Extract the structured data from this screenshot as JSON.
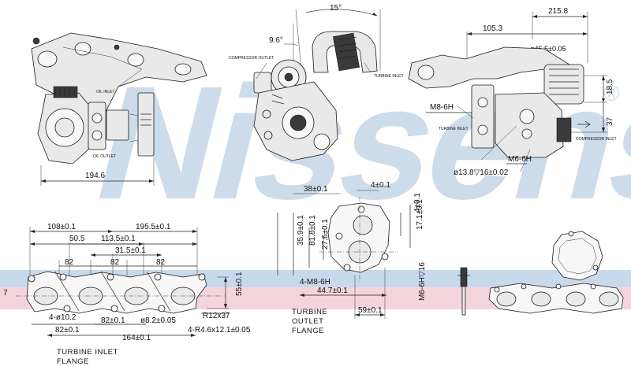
{
  "watermark": {
    "text": "Nissens",
    "registered": "®"
  },
  "colors": {
    "watermark": "#c5d6e8",
    "band_blue": "#c8d9ec",
    "band_pink": "#f4d4dc"
  },
  "views": {
    "left": {
      "width_dim": "194.6",
      "oil_inlet": "OIL INLET",
      "oil_outlet": "OIL OUTLET"
    },
    "middle": {
      "angle_top": "15°",
      "angle_side": "9.6°",
      "compressor_outlet": "COMPRESSOR OUTLET",
      "turbine_inlet": "TURBINE INLET"
    },
    "right": {
      "dim_overall": "215.8",
      "dim_inner": "105.3",
      "dia_outlet": "ø45.5±0.05",
      "dim_side1": "18.5",
      "dim_side2": "37",
      "thread1": "M8-6H",
      "thread2": "M6-6H",
      "bore": "ø13.8▽16±0.02",
      "turbine_inlet": "TURBINE INLET",
      "compressor_inlet": "COMPRESSOR INLET"
    }
  },
  "inlet_flange": {
    "dims": {
      "d108": "108±0.1",
      "d195": "195.5±0.1",
      "d50": "50.5",
      "d113": "113.5±0.1",
      "d31": "31.5±0.1",
      "d82a": "82",
      "d82b": "82",
      "d82c": "82",
      "d7": "7",
      "d55": "55±0.1",
      "r12": "R12x37",
      "holes": "4-ø10.2",
      "d82m": "82±0.1",
      "d8": "ø8.2±0.05",
      "d82b2": "82±0.1",
      "slots": "4-R4.6x12.1±0.05",
      "d164": "164±0.1"
    },
    "caption_l1": "TURBINE  INLET",
    "caption_l2": "FLANGE"
  },
  "outlet_flange": {
    "dims": {
      "d38": "38±0.1",
      "d4": "4±0.1",
      "d358": "35.9±0.1",
      "d818": "81.8±0.1",
      "d276": "27.6±0.1",
      "d171": "17.1±0.1",
      "d_small": "4±0.1",
      "thread": "4-M8-6H",
      "d447": "44.7±0.1",
      "d59": "59±0.1",
      "thread2": "M6-6H▽16"
    },
    "caption_l1": "TURBINE",
    "caption_l2": "OUTLET",
    "caption_l3": "FLANGE"
  }
}
